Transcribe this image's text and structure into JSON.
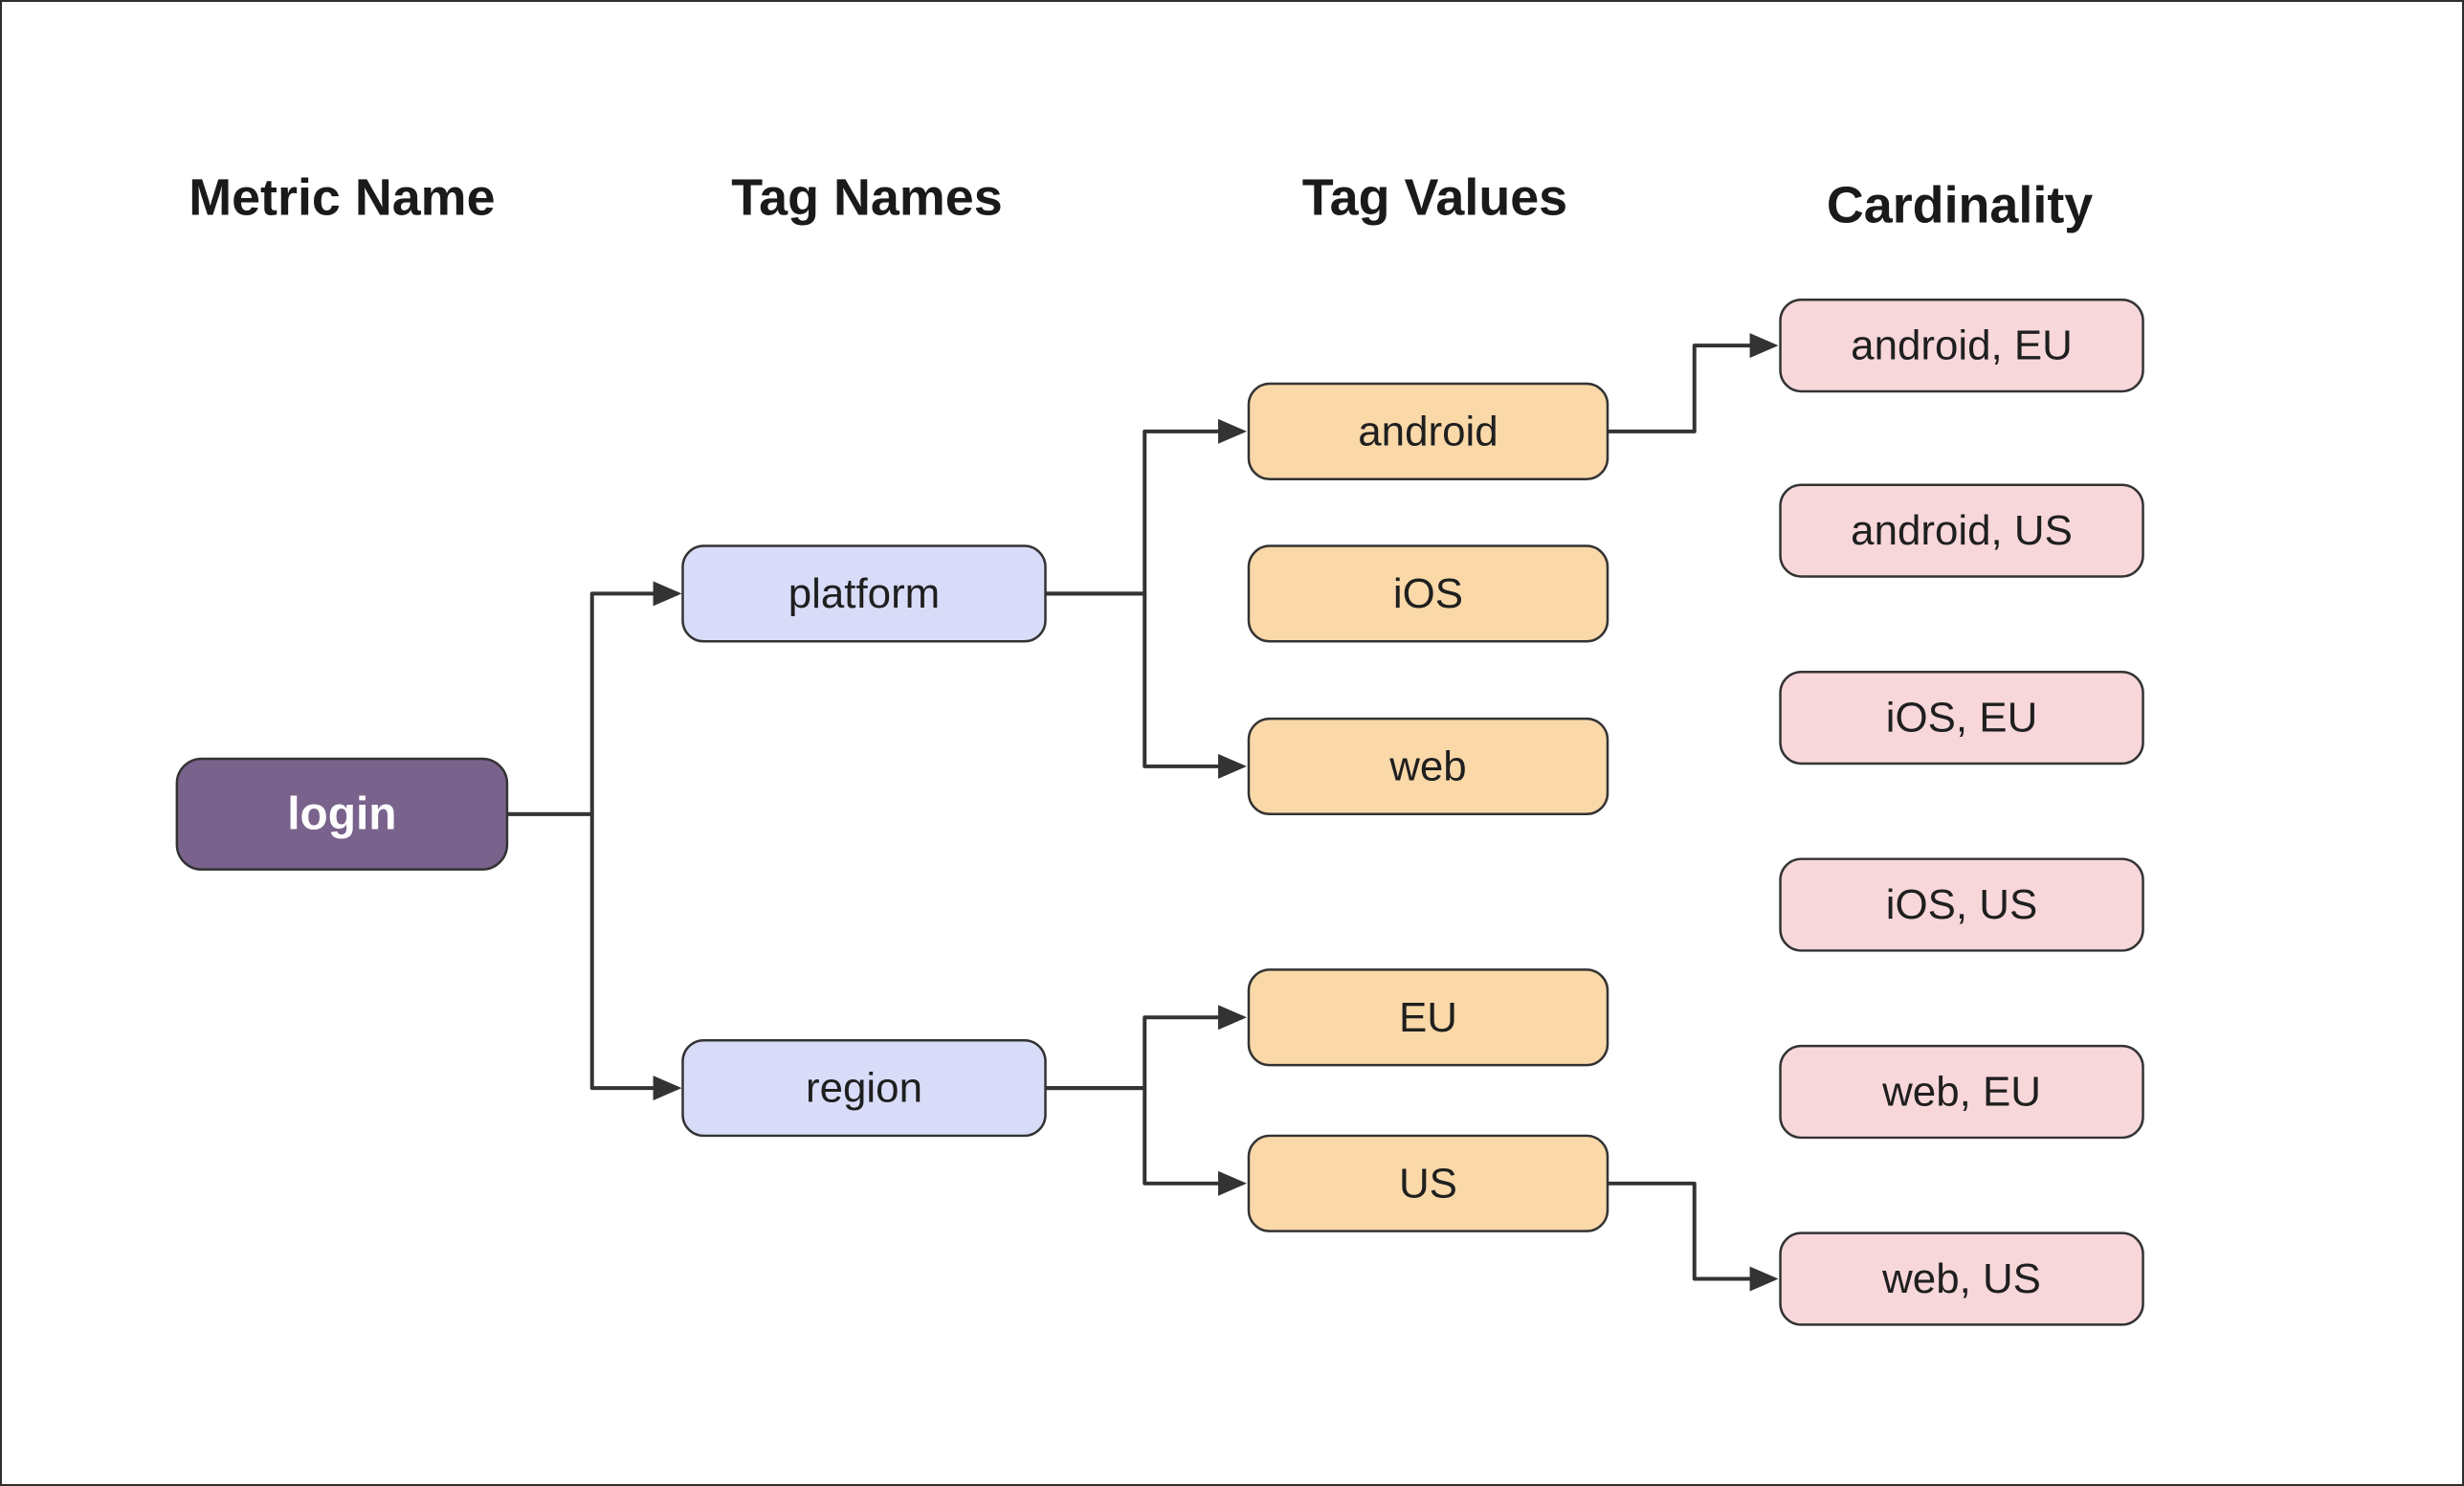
{
  "diagram": {
    "columns": [
      {
        "id": "metric_name",
        "label": "Metric Name"
      },
      {
        "id": "tag_names",
        "label": "Tag Names"
      },
      {
        "id": "tag_values",
        "label": "Tag Values"
      },
      {
        "id": "cardinality",
        "label": "Cardinality"
      }
    ],
    "nodes": {
      "login": {
        "label": "login",
        "column": "metric_name"
      },
      "platform": {
        "label": "platform",
        "column": "tag_names"
      },
      "region": {
        "label": "region",
        "column": "tag_names"
      },
      "android": {
        "label": "android",
        "column": "tag_values"
      },
      "ios": {
        "label": "iOS",
        "column": "tag_values"
      },
      "web": {
        "label": "web",
        "column": "tag_values"
      },
      "eu": {
        "label": "EU",
        "column": "tag_values"
      },
      "us": {
        "label": "US",
        "column": "tag_values"
      },
      "android_eu": {
        "label": "android, EU",
        "column": "cardinality"
      },
      "android_us": {
        "label": "android, US",
        "column": "cardinality"
      },
      "ios_eu": {
        "label": "iOS, EU",
        "column": "cardinality"
      },
      "ios_us": {
        "label": "iOS, US",
        "column": "cardinality"
      },
      "web_eu": {
        "label": "web, EU",
        "column": "cardinality"
      },
      "web_us": {
        "label": "web, US",
        "column": "cardinality"
      }
    },
    "edges": [
      {
        "from": "login",
        "to": "platform"
      },
      {
        "from": "login",
        "to": "region"
      },
      {
        "from": "platform",
        "to": "android"
      },
      {
        "from": "platform",
        "to": "web"
      },
      {
        "from": "region",
        "to": "eu"
      },
      {
        "from": "region",
        "to": "us"
      },
      {
        "from": "android",
        "to": "android_eu"
      },
      {
        "from": "us",
        "to": "web_us"
      }
    ],
    "colors": {
      "background": "#FFFFFF",
      "frame_border": "#2E2E2E",
      "header_text": "#1A1A1A",
      "node_border": "#333333",
      "node_text": "#1F1F1F",
      "edge": "#333333",
      "metric_fill": "#79628B",
      "metric_text": "#FFFFFF",
      "tag_name_fill": "#D8DCF8",
      "tag_value_fill": "#FAD8A8",
      "cardinality_fill": "#F8D7DA"
    }
  }
}
